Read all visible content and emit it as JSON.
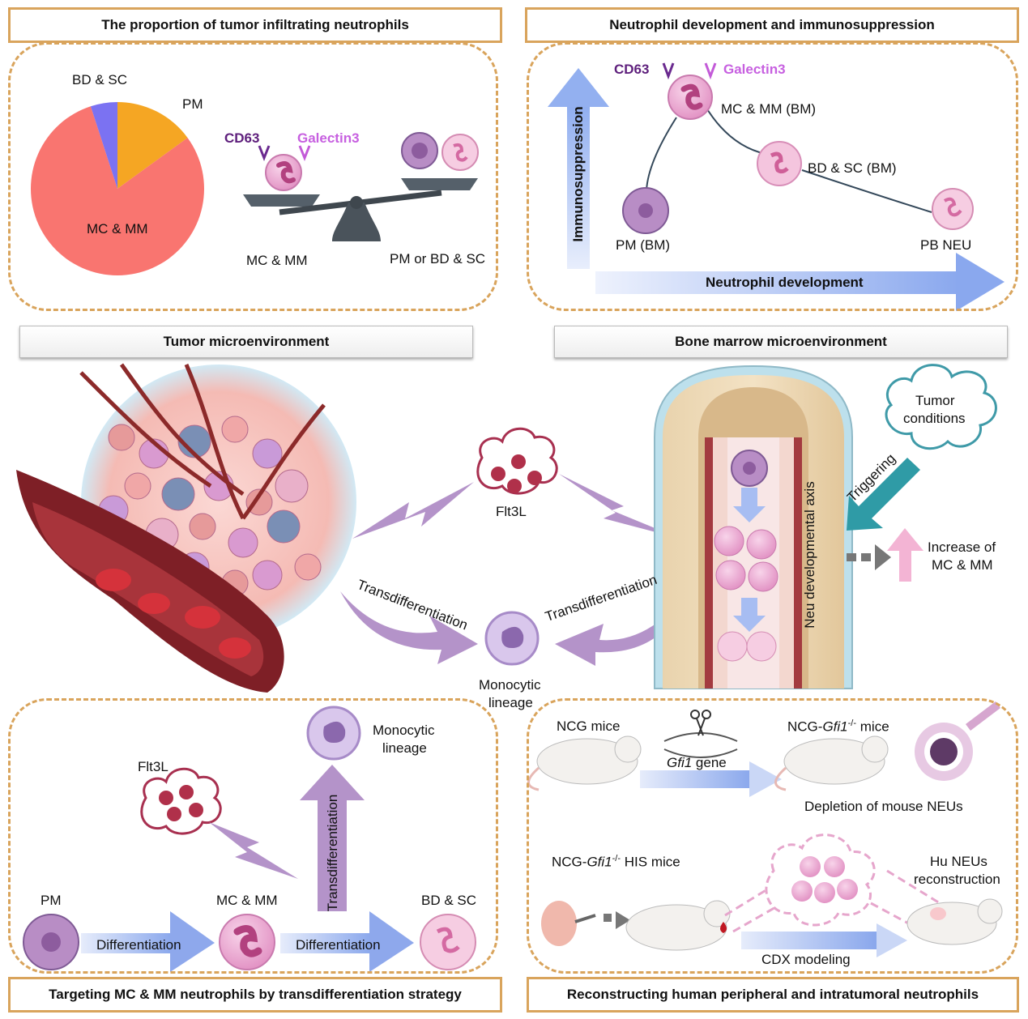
{
  "panels": {
    "top_left_title": "The proportion of tumor infiltrating neutrophils",
    "top_right_title": "Neutrophil development and immunosuppression",
    "tumor_micro": "Tumor microenvironment",
    "bone_micro": "Bone marrow microenvironment",
    "bottom_left_title": "Targeting MC & MM neutrophils by transdifferentiation strategy",
    "bottom_right_title": "Reconstructing human peripheral and intratumoral neutrophils"
  },
  "chart_data": {
    "type": "pie",
    "labels": [
      "PM",
      "MC & MM",
      "BD & SC"
    ],
    "values": [
      15,
      80,
      5
    ],
    "colors": [
      "#f5a623",
      "#f97570",
      "#7b72f2"
    ]
  },
  "balance": {
    "cd63": "CD63",
    "galectin3": "Galectin3",
    "left_label": "MC & MM",
    "right_label": "PM or BD & SC"
  },
  "development": {
    "cd63": "CD63",
    "galectin3": "Galectin3",
    "mc_mm": "MC & MM (BM)",
    "bd_sc": "BD & SC (BM)",
    "pm": "PM (BM)",
    "pb": "PB NEU",
    "y_axis": "Immunosuppression",
    "x_axis": "Neutrophil development"
  },
  "middle": {
    "flt3l": "Flt3L",
    "transdiff_left": "Transdifferentiation",
    "transdiff_right": "Transdifferentiation",
    "monocytic_1": "Monocytic",
    "monocytic_2": "lineage",
    "tumor_cond_1": "Tumor",
    "tumor_cond_2": "conditions",
    "triggering": "Triggering",
    "axis": "Neu developmental axis",
    "increase_1": "Increase of",
    "increase_2": "MC & MM"
  },
  "bottom_left": {
    "flt3l": "Flt3L",
    "monocytic_1": "Monocytic",
    "monocytic_2": "lineage",
    "transdiff": "Transdifferentiation",
    "pm": "PM",
    "mc_mm": "MC & MM",
    "bd_sc": "BD & SC",
    "diff1": "Differentiation",
    "diff2": "Differentiation"
  },
  "bottom_right": {
    "ncg": "NCG mice",
    "gene": "Gfi1",
    "gene_suffix": " gene",
    "ncg_gfi_prefix": "NCG-",
    "ncg_gfi_gene": "Gfi1",
    "ncg_gfi_sup": "-/-",
    "ncg_gfi_suffix": " mice",
    "depletion": "Depletion of mouse NEUs",
    "his_prefix": "NCG-",
    "his_gene": "Gfi1",
    "his_sup": "-/-",
    "his_suffix": " HIS mice",
    "hu_1": "Hu NEUs",
    "hu_2": "reconstruction",
    "cdx": "CDX modeling"
  }
}
